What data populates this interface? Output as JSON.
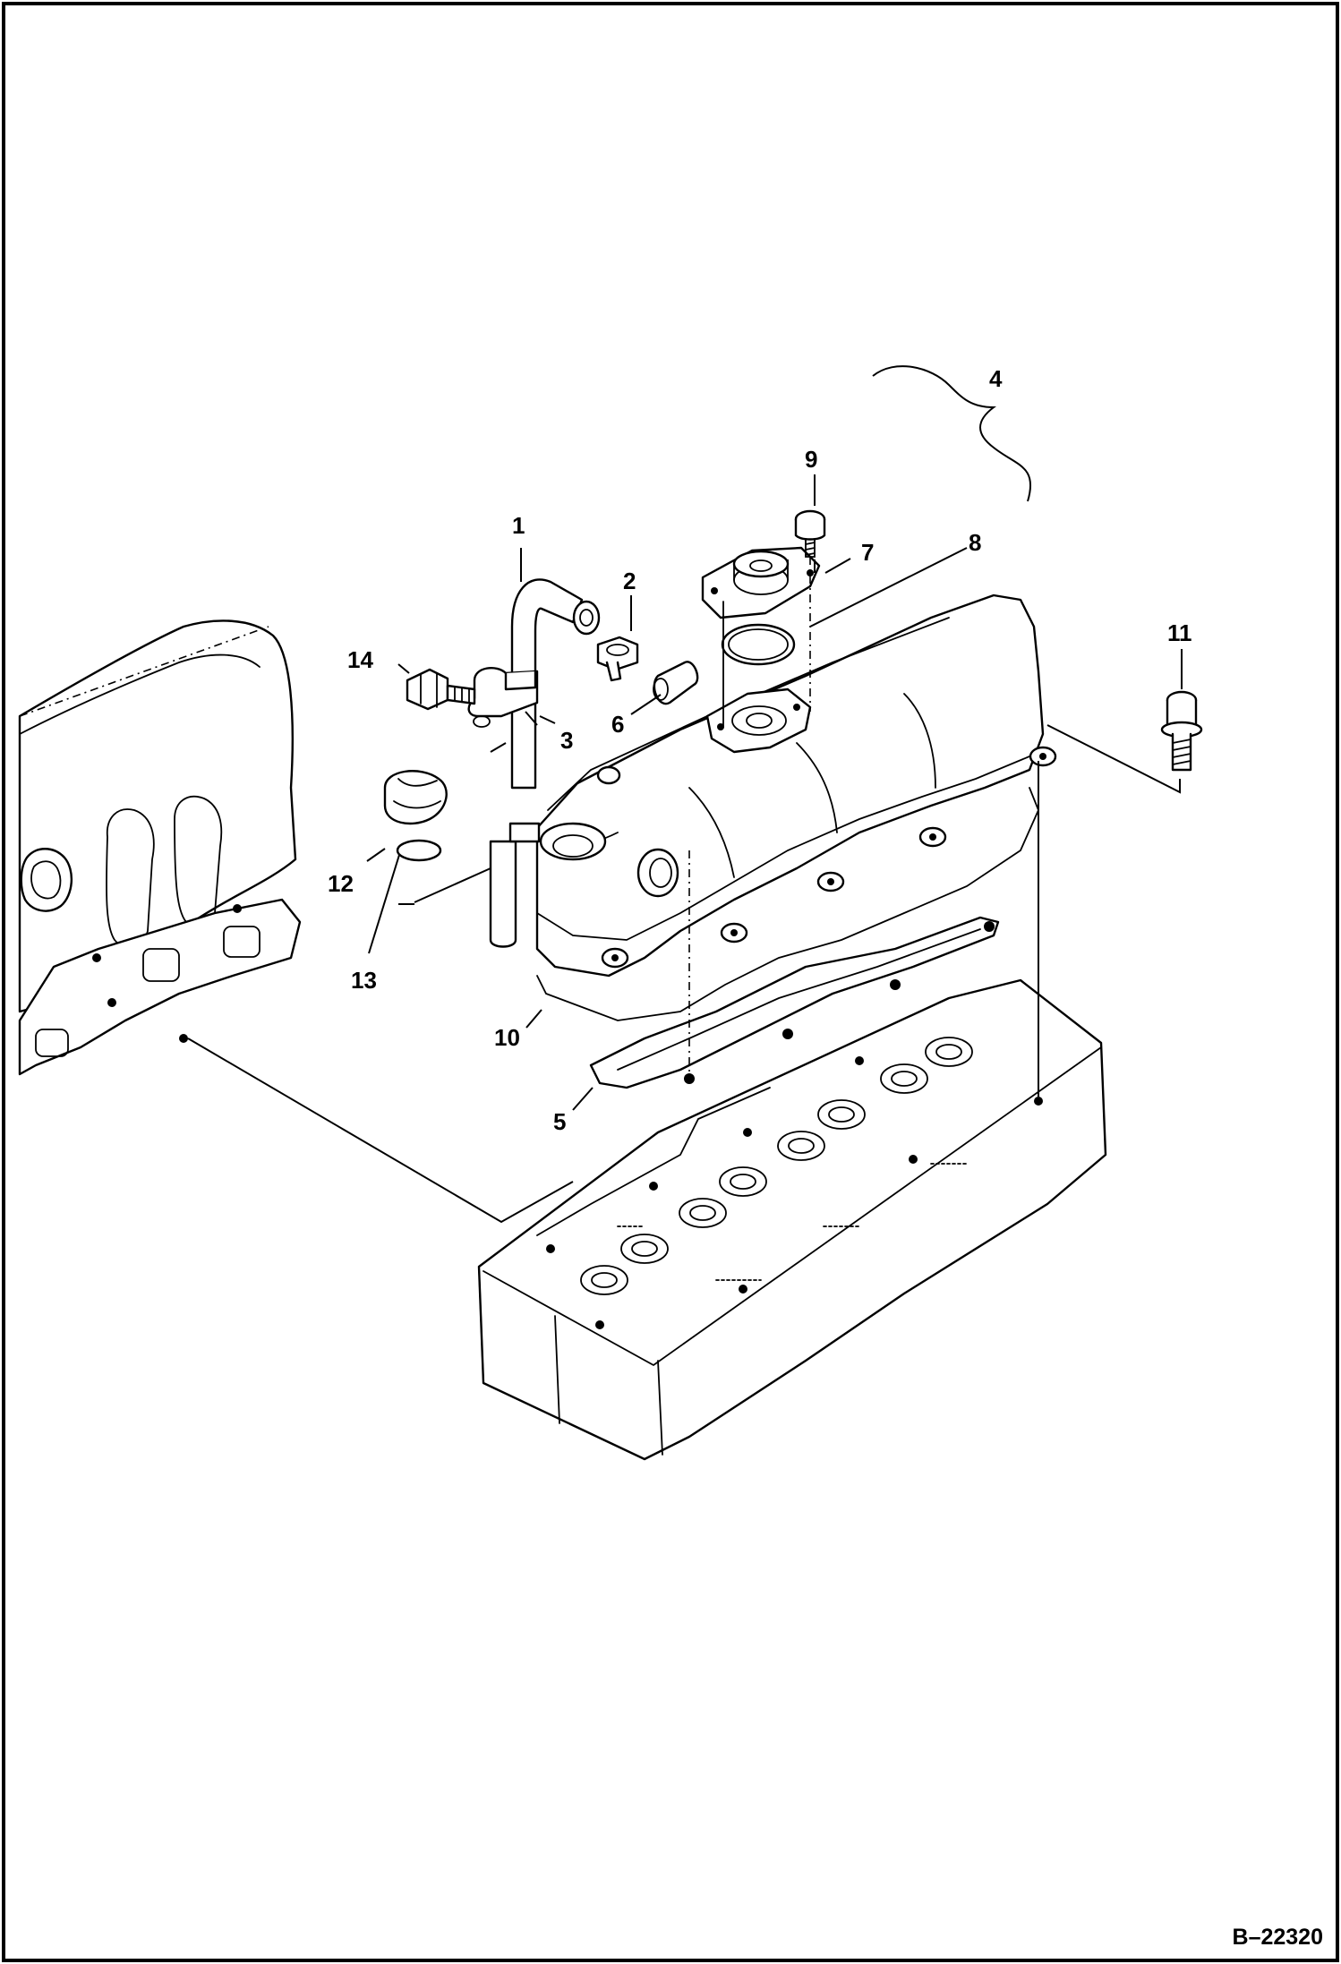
{
  "diagram": {
    "figure_id": "B–22320",
    "callouts": [
      {
        "id": "c1",
        "label": "1"
      },
      {
        "id": "c2",
        "label": "2"
      },
      {
        "id": "c3",
        "label": "3"
      },
      {
        "id": "c4",
        "label": "4"
      },
      {
        "id": "c5",
        "label": "5"
      },
      {
        "id": "c6",
        "label": "6"
      },
      {
        "id": "c7",
        "label": "7"
      },
      {
        "id": "c8",
        "label": "8"
      },
      {
        "id": "c9",
        "label": "9"
      },
      {
        "id": "c10",
        "label": "10"
      },
      {
        "id": "c11",
        "label": "11"
      },
      {
        "id": "c12",
        "label": "12"
      },
      {
        "id": "c13",
        "label": "13"
      },
      {
        "id": "c14",
        "label": "14"
      }
    ]
  }
}
